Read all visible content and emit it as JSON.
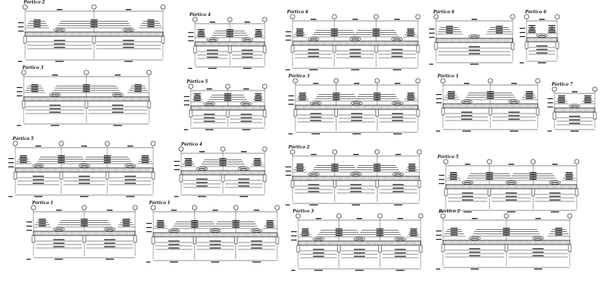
{
  "sheet": {
    "frames": [
      {
        "title": "Pórtico 2",
        "supports": 3
      },
      {
        "title": "Pórtico 4",
        "supports": 3
      },
      {
        "title": "Pórtico 4",
        "supports": 4
      },
      {
        "title": "Pórtico 6",
        "supports": 2
      },
      {
        "title": "Pórtico 6",
        "supports": 2
      },
      {
        "title": "Pórtico 3",
        "supports": 3
      },
      {
        "title": "Pórtico 5",
        "supports": 3
      },
      {
        "title": "Pórtico 3",
        "supports": 4
      },
      {
        "title": "Pórtico 1",
        "supports": 3
      },
      {
        "title": "Pórtico 7",
        "supports": 2
      },
      {
        "title": "Pórtico 5",
        "supports": 4
      },
      {
        "title": "Pórtico 4",
        "supports": 3
      },
      {
        "title": "Pórtico 2",
        "supports": 4
      },
      {
        "title": "Pórtico 5",
        "supports": 4
      },
      {
        "title": "Pórtico 1",
        "supports": 3
      },
      {
        "title": "Pórtico 1",
        "supports": 4
      },
      {
        "title": "Pórtico 3",
        "supports": 4
      },
      {
        "title": "Pórtico 2",
        "supports": 3
      }
    ]
  }
}
